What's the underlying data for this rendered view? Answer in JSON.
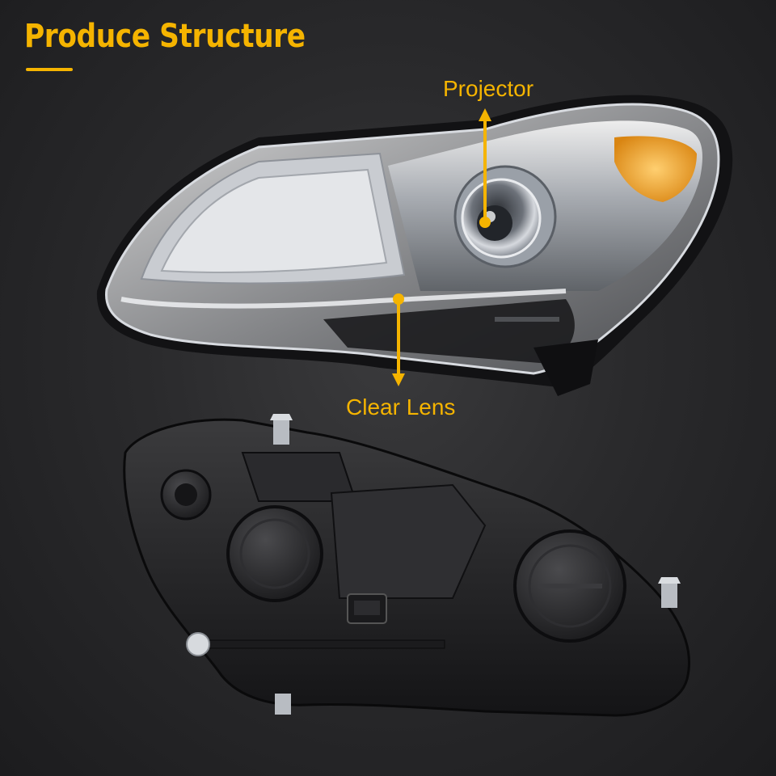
{
  "header": {
    "title": "Produce Structure"
  },
  "callouts": {
    "projector": "Projector",
    "clear_lens": "Clear Lens"
  },
  "colors": {
    "accent": "#f5b400",
    "background": "#2a2a2c",
    "amber_lens": "#f3a52a"
  }
}
